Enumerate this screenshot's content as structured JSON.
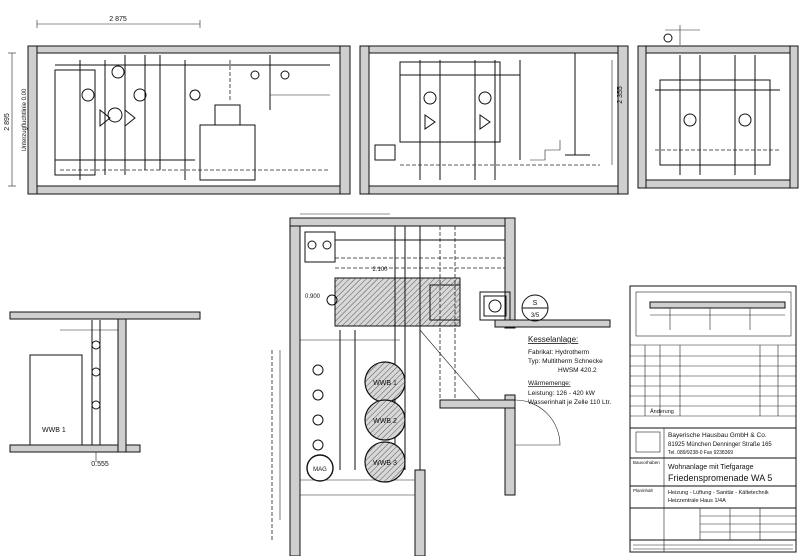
{
  "drawing": {
    "dims": {
      "top_width": "2 875",
      "left_height": "2 895",
      "left_vertical_note": "Unterzugfluchtlinie 0.00",
      "mid_height": "2 355",
      "plan_top": "2.100",
      "plan_left_label": "0.900",
      "bottom_left_dim": "0.555"
    },
    "plan_labels": {
      "wwb_a": "WWB 1",
      "wwb_b": "WWB 2",
      "wwb_c": "WWB 3",
      "mag": "MAG",
      "wwb_section": "WWB 1",
      "section_mark_letter": "S",
      "section_mark_number": "3/5"
    },
    "notes": {
      "boiler_heading": "Kesselanlage:",
      "boiler_manufacturer": "Fabrikat:    Hydrotherm",
      "boiler_type": "Typ:         Multitherm Schnecke",
      "boiler_model": "HWSM 420.2",
      "heat_heading": "Wärmemenge:",
      "power": "Leistung:       126 - 420 kW",
      "water_content": "Wasserinhalt je Zelle 110 Ltr."
    }
  },
  "title_block": {
    "company_line1": "Bayerische Hausbau GmbH & Co.",
    "company_line2": "81925 München   Denninger Straße 165",
    "company_line3": "Tel. 089/9238-0    Fax 9238369",
    "bauvorhaben_label": "Bauvorhaben",
    "project_line1": "Wohnanlage mit Tiefgarage",
    "project_line2": "Friedenspromenade WA 5",
    "planinhalt_label": "Planinhalt",
    "content_line1": "Heizung - Lüftung - Sanitär - Kältetechnik",
    "content_line2": "Heizzentrale Haus 1/4A",
    "revision_label": "Änderung"
  }
}
